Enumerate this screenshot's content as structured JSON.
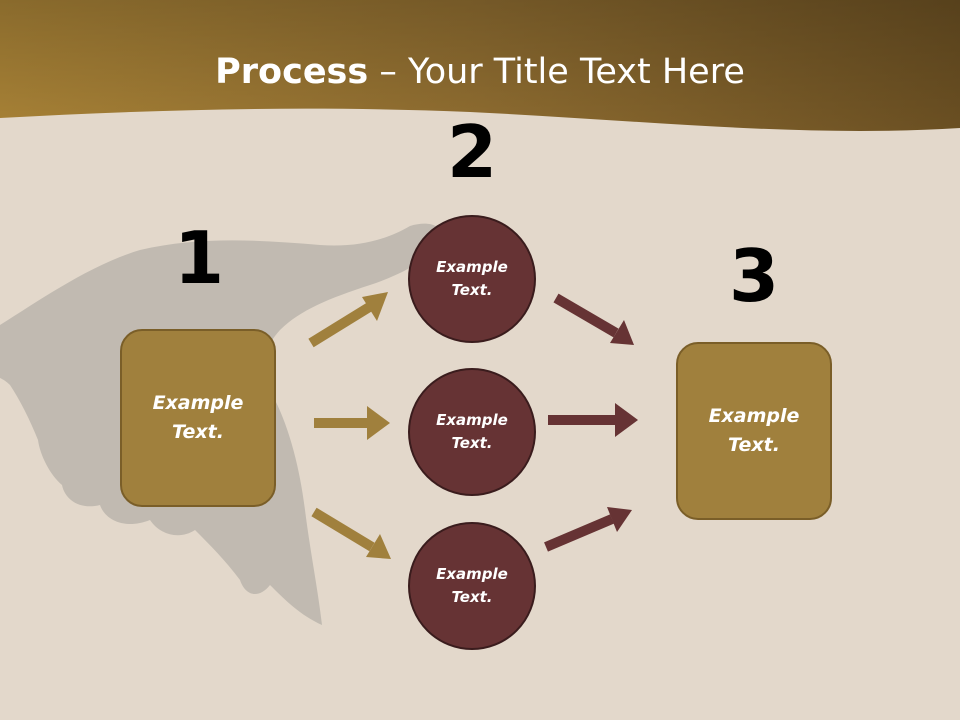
{
  "title": {
    "bold": "Process",
    "rest": " – Your Title Text Here"
  },
  "steps": {
    "one": "1",
    "two": "2",
    "three": "3"
  },
  "nodes": {
    "left_box": "Example Text.",
    "circle_top": "Example Text.",
    "circle_middle": "Example Text.",
    "circle_bottom": "Example Text.",
    "right_box": "Example Text."
  },
  "colors": {
    "background": "#e3d8cb",
    "header": "#8a6a2f",
    "gold": "#a0803d",
    "maroon": "#663334",
    "silhouette": "#bfb9b0"
  },
  "icons": {
    "background_image": "flying-bird-silhouette"
  }
}
